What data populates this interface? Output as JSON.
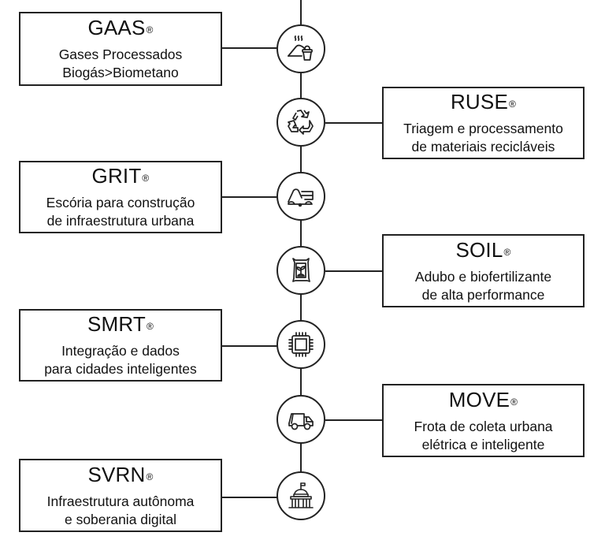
{
  "diagram": {
    "type": "vertical-timeline",
    "items": [
      {
        "name": "GAAS",
        "mark": "®",
        "lines": [
          "Gases Processados",
          "Biogás>Biometano"
        ],
        "side": "left",
        "icon": "biogas-waste-bin-icon"
      },
      {
        "name": "RUSE",
        "mark": "®",
        "lines": [
          "Triagem e processamento",
          "de materiais recicláveis"
        ],
        "side": "right",
        "icon": "recycle-icon"
      },
      {
        "name": "GRIT",
        "mark": "®",
        "lines": [
          "Escória para construção",
          "de infraestrutura urbana"
        ],
        "side": "left",
        "icon": "slag-truck-icon"
      },
      {
        "name": "SOIL",
        "mark": "®",
        "lines": [
          "Adubo e biofertilizante",
          "de alta performance"
        ],
        "side": "right",
        "icon": "fertilizer-bag-icon"
      },
      {
        "name": "SMRT",
        "mark": "®",
        "lines": [
          "Integração e dados",
          "para cidades inteligentes"
        ],
        "side": "left",
        "icon": "microchip-icon"
      },
      {
        "name": "MOVE",
        "mark": "®",
        "lines": [
          "Frota de coleta urbana",
          "elétrica e inteligente"
        ],
        "side": "right",
        "icon": "garbage-truck-icon"
      },
      {
        "name": "SVRN",
        "mark": "®",
        "lines": [
          "Infraestrutura autônoma",
          "e soberania digital"
        ],
        "side": "left",
        "icon": "government-building-icon"
      }
    ]
  }
}
